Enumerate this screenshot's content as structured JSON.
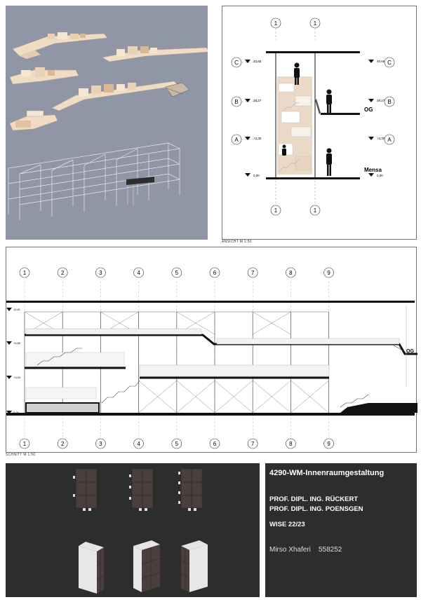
{
  "ansicht": {
    "caption": "ANSICHT M 1:50",
    "axis_top": [
      "1",
      "1"
    ],
    "axis_bottom": [
      "1",
      "1"
    ],
    "levels": [
      {
        "letter": "C",
        "elev_left": "40,65",
        "elev_right": "40,65"
      },
      {
        "letter": "B",
        "elev_left": "38,27",
        "elev_right": "38,27"
      },
      {
        "letter": "A",
        "elev_left": "+2,30",
        "elev_right": "+2,30"
      }
    ],
    "ground_left": "0,00",
    "ground_right": "0,00",
    "label_og": "OG",
    "label_mensa": "Mensa"
  },
  "schnitt": {
    "caption": "SCHNITT M 1:50",
    "axes": [
      "1",
      "2",
      "3",
      "4",
      "5",
      "6",
      "7",
      "8",
      "9"
    ],
    "elevations": [
      "10,81",
      "+6,80",
      "+3,03",
      "0,00"
    ],
    "label_og": "OG"
  },
  "title_block": {
    "course": "4290-WM-Innenraumgestaltung",
    "prof1": "PROF. DIPL. ING. RÜCKERT",
    "prof2": "PROF. DIPL. ING. POENSGEN",
    "semester": "WISE 22/23",
    "student": "Mirso Xhaferi",
    "matrikel": "558252"
  },
  "colors": {
    "render_bg": "#9096a6",
    "dark_panel": "#2d2d2d",
    "cabinet": "#4a3f3c",
    "model_wood": "#f0dcc4"
  }
}
